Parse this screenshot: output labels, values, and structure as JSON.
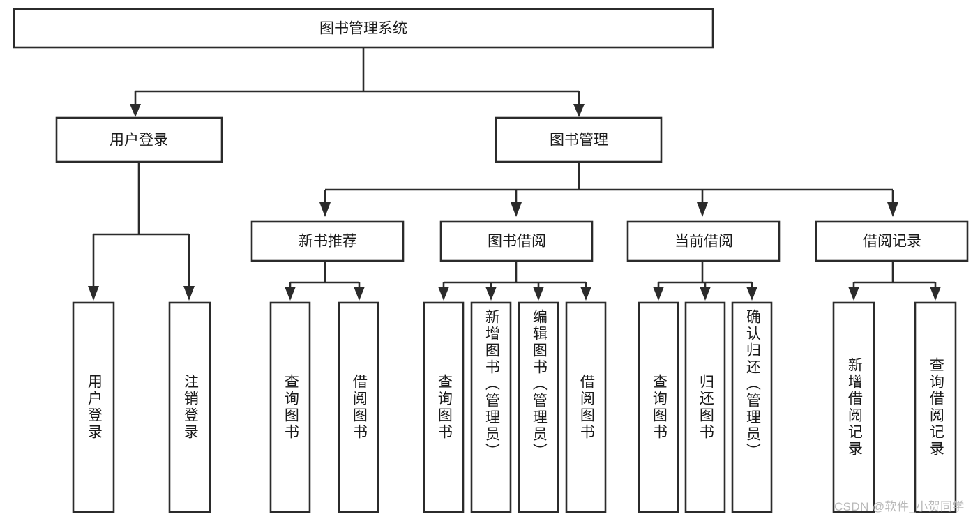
{
  "diagram": {
    "type": "hierarchy-tree",
    "title": "图书管理系统",
    "colors": {
      "stroke": "#2b2b2b",
      "fill": "#ffffff",
      "text": "#1a1a1a",
      "watermark": "#b9b9b9",
      "background": "#ffffff"
    },
    "root": {
      "id": "root",
      "label": "图书管理系统"
    },
    "level2": [
      {
        "id": "user-login",
        "label": "用户登录"
      },
      {
        "id": "book-manage",
        "label": "图书管理"
      }
    ],
    "level3": [
      {
        "id": "new-book-recommend",
        "label": "新书推荐",
        "parent": "book-manage"
      },
      {
        "id": "book-borrow",
        "label": "图书借阅",
        "parent": "book-manage"
      },
      {
        "id": "current-borrow",
        "label": "当前借阅",
        "parent": "book-manage"
      },
      {
        "id": "borrow-record",
        "label": "借阅记录",
        "parent": "book-manage"
      }
    ],
    "leaves": [
      {
        "id": "leaf-user-login",
        "label": "用户登录",
        "parent": "user-login"
      },
      {
        "id": "leaf-logout-login",
        "label": "注销登录",
        "parent": "user-login"
      },
      {
        "id": "leaf-query-book-1",
        "label": "查询图书",
        "parent": "new-book-recommend"
      },
      {
        "id": "leaf-borrow-book-1",
        "label": "借阅图书",
        "parent": "new-book-recommend"
      },
      {
        "id": "leaf-query-book-2",
        "label": "查询图书",
        "parent": "book-borrow"
      },
      {
        "id": "leaf-add-book",
        "label": "新增图书（管理员）",
        "parent": "book-borrow"
      },
      {
        "id": "leaf-edit-book",
        "label": "编辑图书（管理员）",
        "parent": "book-borrow"
      },
      {
        "id": "leaf-borrow-book-2",
        "label": "借阅图书",
        "parent": "book-borrow"
      },
      {
        "id": "leaf-query-book-3",
        "label": "查询图书",
        "parent": "current-borrow"
      },
      {
        "id": "leaf-return-book",
        "label": "归还图书",
        "parent": "current-borrow"
      },
      {
        "id": "leaf-confirm-return",
        "label": "确认归还（管理员）",
        "parent": "current-borrow"
      },
      {
        "id": "leaf-add-record",
        "label": "新增借阅记录",
        "parent": "borrow-record"
      },
      {
        "id": "leaf-query-record",
        "label": "查询借阅记录",
        "parent": "borrow-record"
      }
    ],
    "watermark": "CSDN @软件_小贺同学"
  }
}
